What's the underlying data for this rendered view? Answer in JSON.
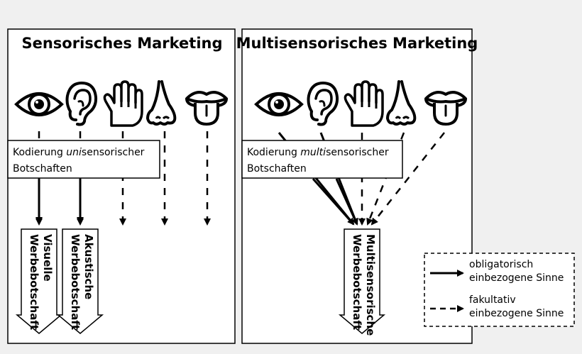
{
  "panels": {
    "left": {
      "title": "Sensorisches Marketing",
      "coding_prefix": "Kodierung ",
      "coding_emph": "uni",
      "coding_suffix": "sensorischer",
      "coding_line2": "Botschaften",
      "outputs": [
        {
          "line1": "Visuelle",
          "line2": "Werbebotschaft"
        },
        {
          "line1": "Akustische",
          "line2": "Werbebotschaft"
        }
      ]
    },
    "right": {
      "title": "Multisensorisches Marketing",
      "coding_prefix": "Kodierung ",
      "coding_emph": "multi",
      "coding_suffix": "sensorischer",
      "coding_line2": "Botschaften",
      "outputs": [
        {
          "line1": "Multisensorische",
          "line2": "Werbebotschaft"
        }
      ]
    }
  },
  "senses": [
    "eye-icon",
    "ear-icon",
    "hand-icon",
    "nose-icon",
    "tongue-icon"
  ],
  "legend": {
    "solid_line1": "obligatorisch",
    "solid_line2": "einbezogene Sinne",
    "dashed_line1": "fakultativ",
    "dashed_line2": "einbezogene Sinne"
  }
}
